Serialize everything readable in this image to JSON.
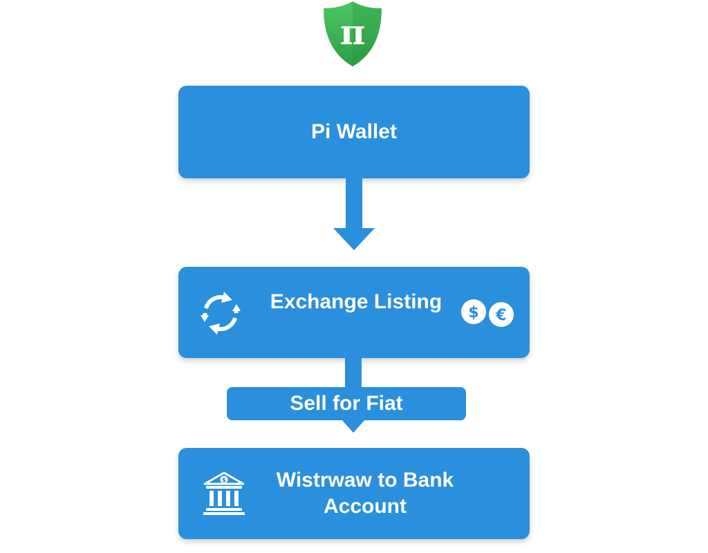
{
  "logo": {
    "icon": "pi-shield-icon",
    "color": "#3cb554"
  },
  "colors": {
    "box": "#2a8fdc",
    "text": "#ffffff"
  },
  "steps": {
    "wallet": {
      "label": "Pi Wallet"
    },
    "exchange": {
      "label": "Exchange Listing",
      "icons": [
        "refresh-arrows-icon",
        "dollar-coin-icon",
        "euro-coin-icon"
      ]
    },
    "sell": {
      "label": "Sell for Fiat"
    },
    "withdraw": {
      "line1": "Wistrwaw to Bank",
      "line2": "Account",
      "icon": "bank-icon"
    }
  },
  "connectors": [
    "arrow-wallet-to-exchange",
    "arrow-exchange-to-withdraw"
  ]
}
